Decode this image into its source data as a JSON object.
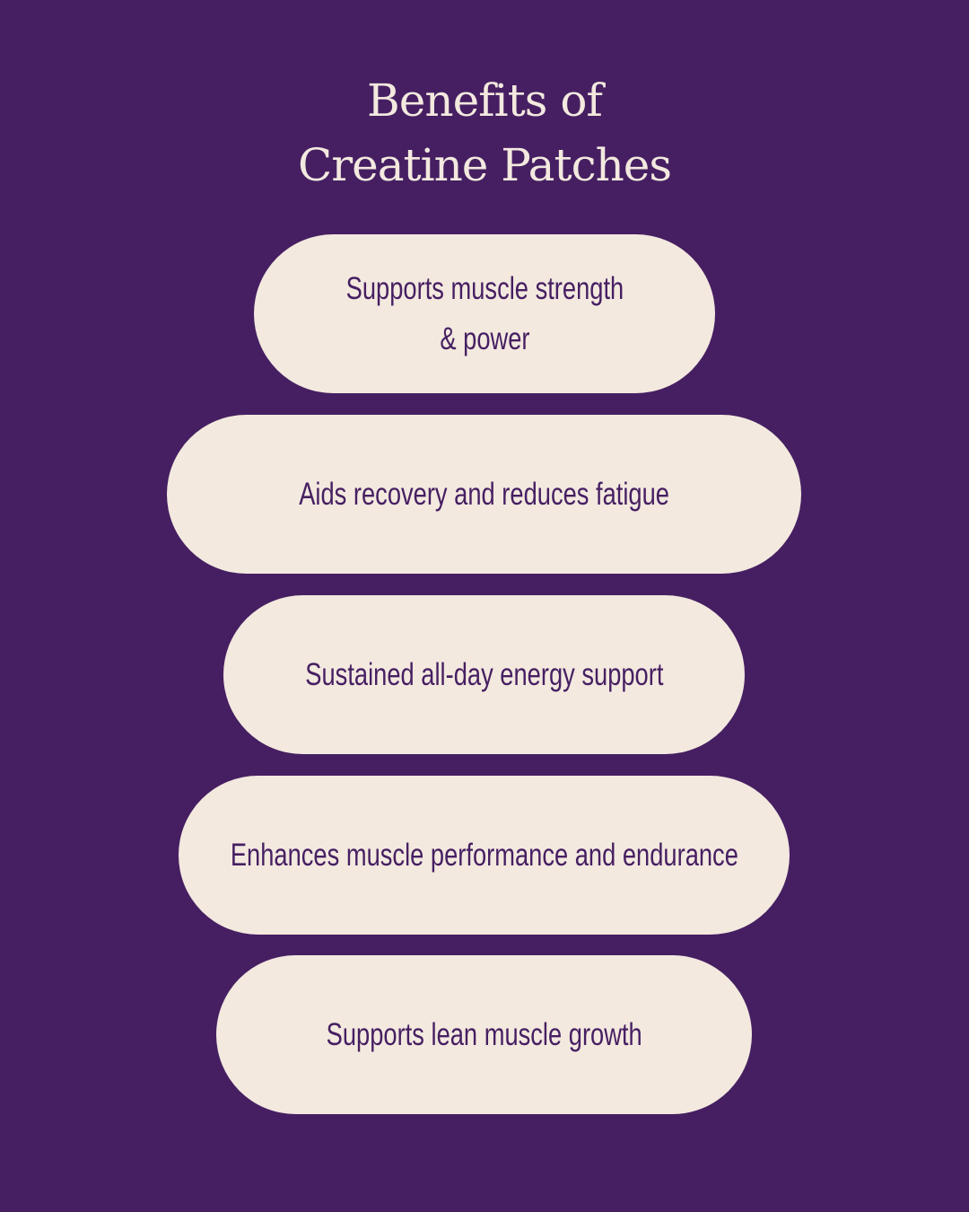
{
  "title": {
    "line1": "Benefits of",
    "line2": "Creatine Patches"
  },
  "benefits": [
    {
      "line1": "Supports muscle strength",
      "line2": "& power"
    },
    {
      "line1": "Aids recovery and reduces fatigue"
    },
    {
      "line1": "Sustained all-day energy support"
    },
    {
      "line1": "Enhances muscle performance and endurance"
    },
    {
      "line1": "Supports lean muscle growth"
    }
  ],
  "colors": {
    "background": "#461f62",
    "pill": "#f3e9df",
    "text_dark": "#461f62",
    "text_light": "#f3e9df"
  }
}
